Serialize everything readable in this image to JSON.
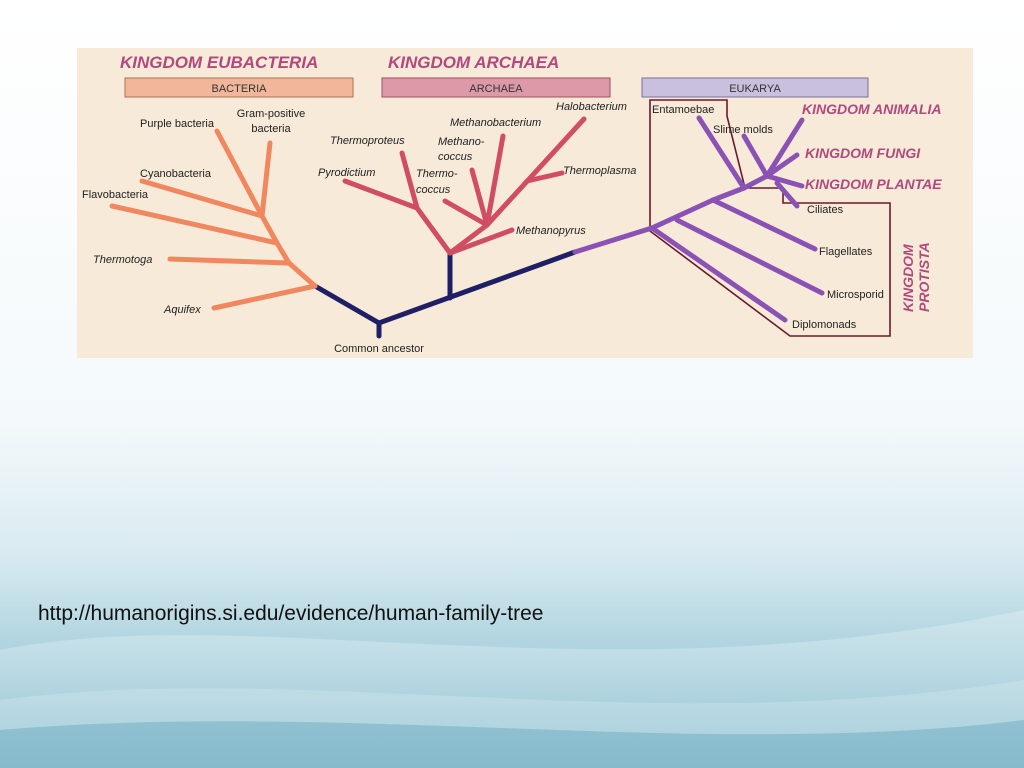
{
  "slide": {
    "source_url": "http://humanorigins.si.edu/evidence/human-family-tree"
  },
  "tree": {
    "kingdoms": {
      "eubacteria": "KINGDOM EUBACTERIA",
      "archaea": "KINGDOM ARCHAEA",
      "animalia": "KINGDOM ANIMALIA",
      "fungi": "KINGDOM FUNGI",
      "plantae": "KINGDOM PLANTAE",
      "protista_line1": "KINGDOM",
      "protista_line2": "PROTISTA"
    },
    "domains": {
      "bacteria": "BACTERIA",
      "archaea": "ARCHAEA",
      "eukarya": "EUKARYA"
    },
    "root_label": "Common ancestor",
    "bacteria": {
      "purple_bacteria": "Purple bacteria",
      "gram_positive_1": "Gram-positive",
      "gram_positive_2": "bacteria",
      "cyanobacteria": "Cyanobacteria",
      "flavobacteria": "Flavobacteria",
      "thermotoga": "Thermotoga",
      "aquifex": "Aquifex"
    },
    "archaea": {
      "thermoproteus": "Thermoproteus",
      "pyrodictium": "Pyrodictium",
      "methanococcus_1": "Methano-",
      "methanococcus_2": "coccus",
      "thermococcus_1": "Thermo-",
      "thermococcus_2": "coccus",
      "methanobacterium": "Methanobacterium",
      "halobacterium": "Halobacterium",
      "thermoplasma": "Thermoplasma",
      "methanopyrus": "Methanopyrus"
    },
    "eukarya": {
      "entamoebae": "Entamoebae",
      "slime_molds": "Slime molds",
      "ciliates": "Ciliates",
      "flagellates": "Flagellates",
      "microsporid": "Microsporid",
      "diplomonads": "Diplomonads"
    },
    "colors": {
      "bacteria_branch": "#f0875e",
      "archaea_branch": "#d04d64",
      "eukarya_branch": "#8a52b4",
      "trunk": "#1f1f66",
      "kingdom_text": "#b2497e",
      "protista_box": "#6b1a2e",
      "bacteria_box": "#f2b79a",
      "archaea_box": "#dc9aa9",
      "eukarya_box": "#c9c0dd",
      "figure_bg": "#f7ead9"
    }
  }
}
